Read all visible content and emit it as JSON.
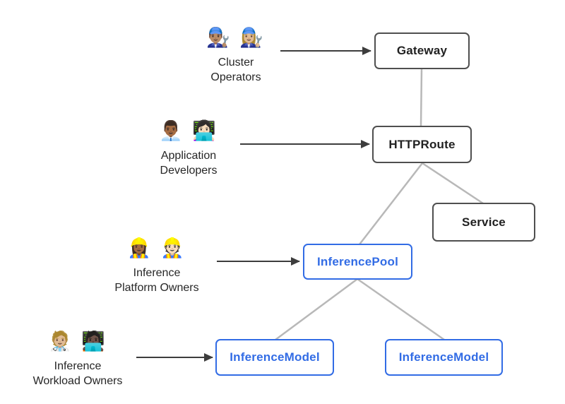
{
  "diagram": {
    "background": "#ffffff",
    "nodes": {
      "gateway": {
        "label": "Gateway",
        "category": "gateway-api-standard"
      },
      "httproute": {
        "label": "HTTPRoute",
        "category": "gateway-api-standard"
      },
      "service": {
        "label": "Service",
        "category": "gateway-api-standard"
      },
      "inference_pool": {
        "label": "InferencePool",
        "category": "inference-extension"
      },
      "inference_model_left": {
        "label": "InferenceModel",
        "category": "inference-extension"
      },
      "inference_model_right": {
        "label": "InferenceModel",
        "category": "inference-extension"
      }
    },
    "personas": [
      {
        "emojis": "👨🏽‍🔧 👩🏼‍🔧",
        "line1": "Cluster",
        "line2": "Operators",
        "points_to": "Gateway"
      },
      {
        "emojis": "👨🏾‍💼 👩🏻‍💻",
        "line1": "Application",
        "line2": "Developers",
        "points_to": "HTTPRoute"
      },
      {
        "emojis": "👷🏾‍♀️ 👷🏻",
        "line1": "Inference",
        "line2": "Platform Owners",
        "points_to": "InferencePool"
      },
      {
        "emojis": "🧑🏼‍⚕️ 🧑🏿‍💻",
        "line1": "Inference",
        "line2": "Workload Owners",
        "points_to": "InferenceModel"
      }
    ],
    "edges": [
      {
        "from": "Cluster Operators",
        "to": "Gateway",
        "style": "arrow"
      },
      {
        "from": "Application Developers",
        "to": "HTTPRoute",
        "style": "arrow"
      },
      {
        "from": "Inference Platform Owners",
        "to": "InferencePool",
        "style": "arrow"
      },
      {
        "from": "Inference Workload Owners",
        "to": "InferenceModel (left)",
        "style": "arrow"
      },
      {
        "from": "Gateway",
        "to": "HTTPRoute",
        "style": "line"
      },
      {
        "from": "HTTPRoute",
        "to": "InferencePool",
        "style": "line"
      },
      {
        "from": "HTTPRoute",
        "to": "Service",
        "style": "line"
      },
      {
        "from": "InferencePool",
        "to": "InferenceModel (left)",
        "style": "line"
      },
      {
        "from": "InferencePool",
        "to": "InferenceModel (right)",
        "style": "line"
      }
    ],
    "colors": {
      "standard_node_border": "#4f4f4f",
      "standard_node_text": "#212121",
      "extension_node_accent": "#326ce5",
      "connector_line": "#b8b8b8",
      "arrow_line": "#3d3d3d",
      "background": "#ffffff"
    }
  }
}
